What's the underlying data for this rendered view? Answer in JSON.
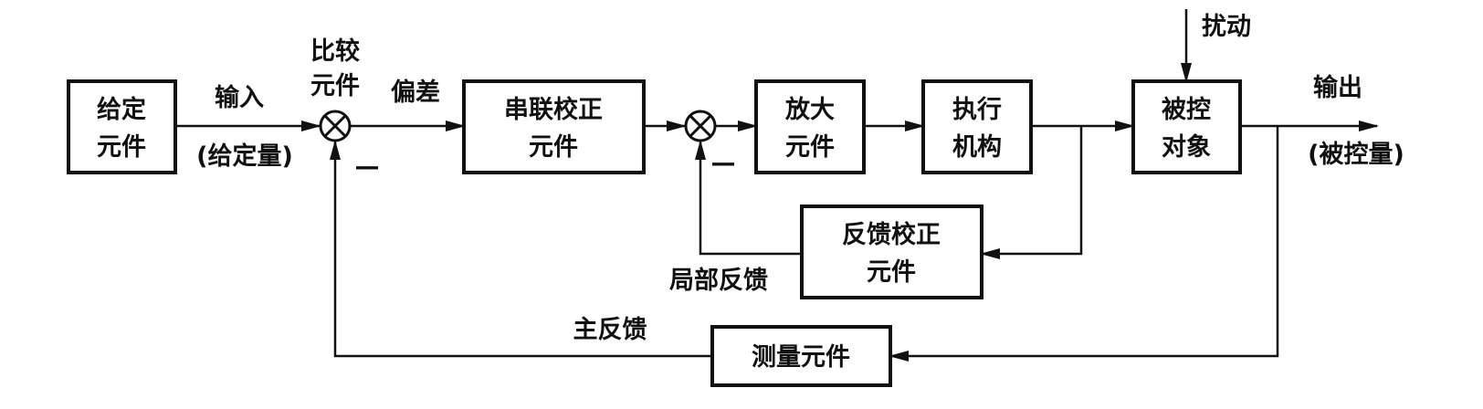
{
  "blocks": {
    "setpoint": [
      "给定",
      "元件"
    ],
    "series_correction": [
      "串联校正",
      "元件"
    ],
    "amplifier": [
      "放大",
      "元件"
    ],
    "actuator": [
      "执行",
      "机构"
    ],
    "plant": [
      "被控",
      "对象"
    ],
    "feedback_correction": [
      "反馈校正",
      "元件"
    ],
    "measurement": [
      "测量元件"
    ]
  },
  "labels": {
    "input": "输入",
    "input_sub": "(给定量)",
    "comparator": [
      "比较",
      "元件"
    ],
    "error": "偏差",
    "minus_main": "—",
    "minus_local": "—",
    "disturbance": "扰动",
    "output": "输出",
    "output_sub": "(被控量)",
    "local_feedback": "局部反馈",
    "main_feedback": "主反馈"
  }
}
